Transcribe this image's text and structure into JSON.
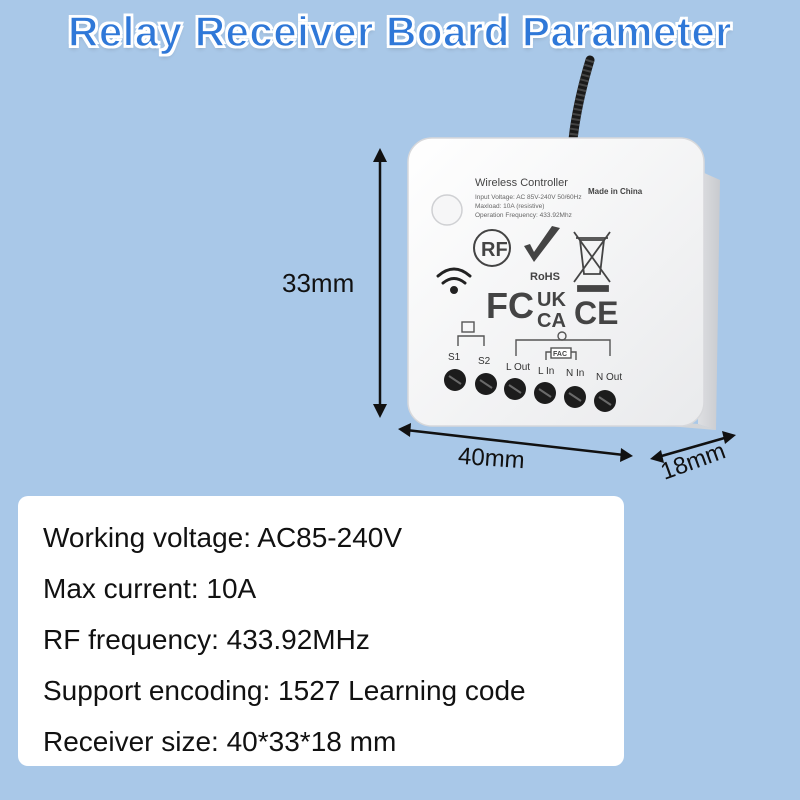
{
  "header": {
    "title": "Relay Receiver Board Parameter"
  },
  "dimensions": {
    "height": "33mm",
    "width": "40mm",
    "depth": "18mm"
  },
  "device_label": {
    "name": "Wireless Controller",
    "origin": "Made in China",
    "input_voltage": "Input Voltage: AC 85V-240V 50/60Hz",
    "maxload": "Maxload: 10A (resistive)",
    "frequency": "Operation Frequency: 433.92Mhz",
    "rf_mark": "RF",
    "rohs_mark": "RoHS",
    "fc_mark": "FC",
    "ukca_top": "UK",
    "ukca_bottom": "CA",
    "ce_mark": "CE",
    "fac_mark": "FAC",
    "terminals": [
      "S1",
      "S2",
      "L Out",
      "L In",
      "N In",
      "N Out"
    ]
  },
  "specs": [
    "Working voltage: AC85-240V",
    "Max current: 10A",
    "RF frequency: 433.92MHz",
    "Support encoding: 1527 Learning code",
    "Receiver size: 40*33*18 mm"
  ]
}
